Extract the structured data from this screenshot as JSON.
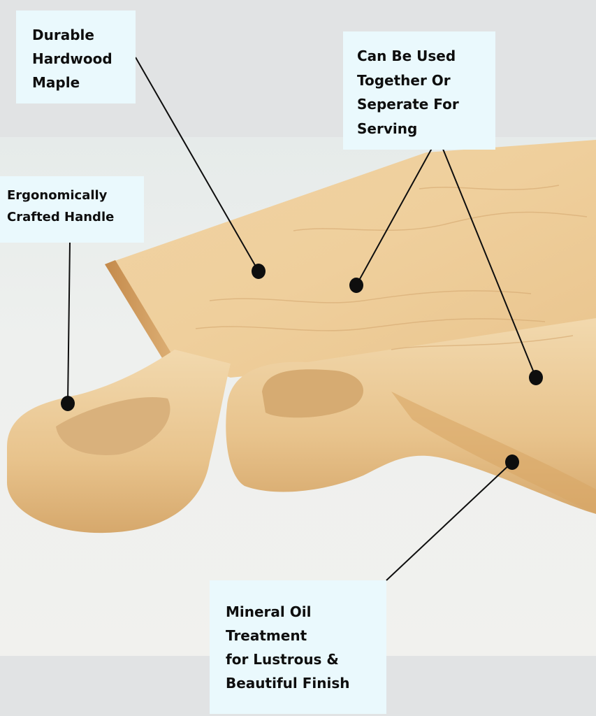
{
  "callouts": {
    "durable": {
      "lines": [
        "Durable",
        "Hardwood",
        "Maple"
      ]
    },
    "together": {
      "lines": [
        "Can Be Used",
        "Together Or",
        "Seperate For",
        "Serving"
      ]
    },
    "handle": {
      "lines": [
        "Ergonomically",
        "Crafted Handle"
      ]
    },
    "oil": {
      "lines": [
        "Mineral Oil",
        "Treatment",
        "for Lustrous &",
        "Beautiful Finish"
      ]
    }
  },
  "colors": {
    "label_bg": "#eaf9fd",
    "text": "#0e0e0e",
    "page_bg": "#e1e3e4",
    "wood_light": "#f1d6aa",
    "wood_mid": "#e5bf86",
    "wood_dark": "#c9965a"
  }
}
